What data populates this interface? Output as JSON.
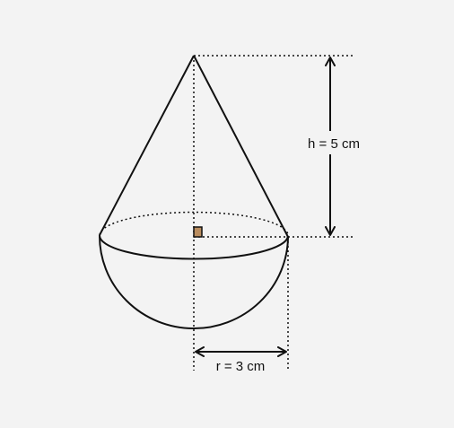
{
  "figure": {
    "height_label": "h = 5 cm",
    "radius_label": "r = 3 cm",
    "height_value": 5,
    "radius_value": 3,
    "unit": "cm",
    "right_angle_marker_color": "#b98c5e",
    "line_color": "#111111",
    "background_color": "#f3f3f3"
  }
}
